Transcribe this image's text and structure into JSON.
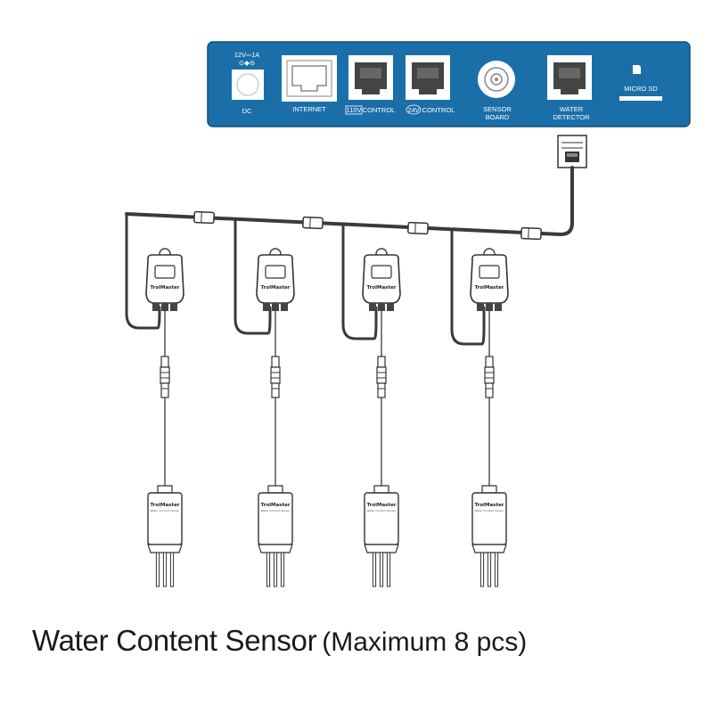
{
  "controller": {
    "background": "#1b6fa8",
    "ports": [
      {
        "name": "dc",
        "label": "DC",
        "rating": "12V⎓1A"
      },
      {
        "name": "internet",
        "label": "INTERNET"
      },
      {
        "name": "110v-control",
        "badge": "110V",
        "label": "CONTROL"
      },
      {
        "name": "24v-control",
        "badge": "24V",
        "label": "CONTROL"
      },
      {
        "name": "sensor-board",
        "label_line1": "SENSOR",
        "label_line2": "BOARD"
      },
      {
        "name": "water-detector",
        "label_line1": "WATER",
        "label_line2": "DETECTOR"
      },
      {
        "name": "micro-sd",
        "label": "MICRO SD"
      }
    ]
  },
  "sensor_units": [
    {
      "brand": "TrolMaster",
      "probe_brand": "TrolMaster",
      "probe_subtitle": "Water Content Sensor"
    },
    {
      "brand": "TrolMaster",
      "probe_brand": "TrolMaster",
      "probe_subtitle": "Water Content Sensor"
    },
    {
      "brand": "TrolMaster",
      "probe_brand": "TrolMaster",
      "probe_subtitle": "Water Content Sensor"
    },
    {
      "brand": "TrolMaster",
      "probe_brand": "TrolMaster",
      "probe_subtitle": "Water Content Sensor"
    }
  ],
  "caption": {
    "main": "Water Content Sensor",
    "sub": "(Maximum 8 pcs)"
  },
  "colors": {
    "cable": "#3a3a3a",
    "outline": "#555555",
    "port_white": "#ffffff"
  }
}
